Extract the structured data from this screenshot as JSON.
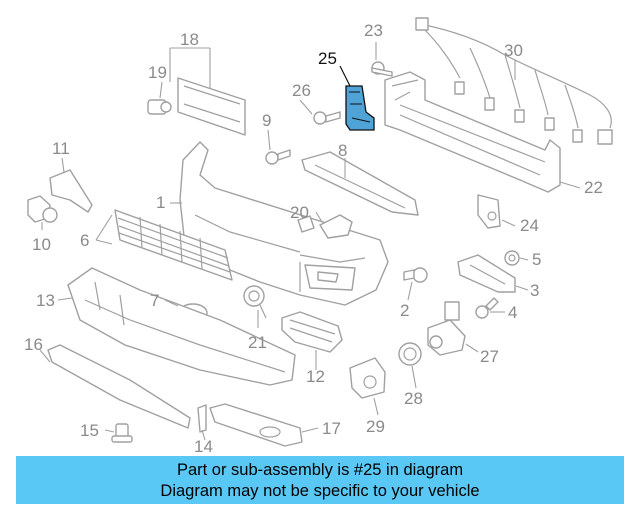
{
  "diagram": {
    "highlight_color": "#4fa3d6",
    "callouts": [
      "1",
      "2",
      "3",
      "4",
      "5",
      "6",
      "7",
      "8",
      "9",
      "10",
      "11",
      "12",
      "13",
      "14",
      "15",
      "16",
      "17",
      "18",
      "19",
      "20",
      "21",
      "22",
      "23",
      "24",
      "25",
      "26",
      "27",
      "28",
      "29",
      "30"
    ],
    "highlighted_callout": "25"
  },
  "banner": {
    "line1": "Part or sub-assembly is #25 in diagram",
    "line2": "Diagram may not be specific to your vehicle",
    "color": "#5ac8f5"
  }
}
